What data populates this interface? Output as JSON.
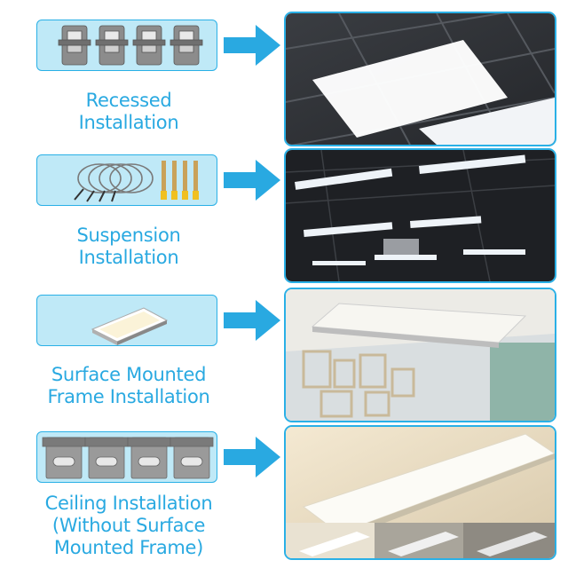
{
  "colors": {
    "accent": "#29a9e1",
    "box_fill": "#bfe9f7",
    "border": "#2ab0e6"
  },
  "rows": [
    {
      "label_lines": [
        "Recessed",
        "Installation"
      ],
      "accessory_icon": "spring-clip-icon",
      "photo": "recessed-panel-photo"
    },
    {
      "label_lines": [
        "Suspension",
        "Installation"
      ],
      "accessory_icon": "suspension-wire-kit-icon",
      "photo": "suspended-panels-photo"
    },
    {
      "label_lines": [
        "Surface Mounted",
        "Frame Installation"
      ],
      "accessory_icon": "surface-frame-icon",
      "photo": "surface-mounted-panel-photo"
    },
    {
      "label_lines": [
        "Ceiling Installation",
        "(Without Surface",
        "Mounted Frame)"
      ],
      "accessory_icon": "mounting-bracket-icon",
      "photo": "ceiling-panel-photo"
    }
  ]
}
